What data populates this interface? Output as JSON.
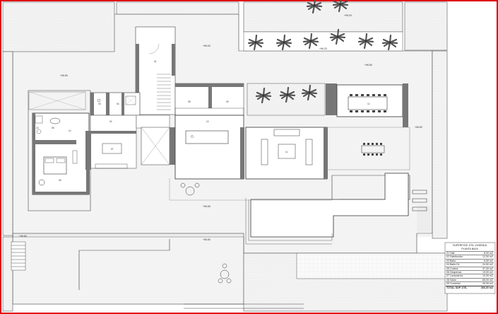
{
  "drawing": {
    "level_marks": [
      "+96.00",
      "+96.80",
      "+96.80",
      "+96.80",
      "+96.20",
      "+96.80",
      "+96.80",
      "+96.80",
      "+95.00"
    ],
    "room_numbers": [
      "01",
      "02",
      "03",
      "04",
      "05",
      "06",
      "07",
      "08",
      "09",
      "10",
      "11",
      "12",
      "13",
      "14"
    ],
    "colors": {
      "border": "#e0000a",
      "line": "#333333",
      "wall": "#777777",
      "hatch": "#cfcfcf",
      "pool": "#ffffff"
    }
  },
  "surface_table": {
    "title": "SUPERFICIE ÚTIL VIVIENDA",
    "subtitle": "PLANTA BAJA",
    "rows": [
      {
        "id": "01",
        "name": "Hall",
        "area": "8,00 m2"
      },
      {
        "id": "02",
        "name": "Distribuidor",
        "area": "12,00 m2"
      },
      {
        "id": "03",
        "name": "Baño",
        "area": "6,50 m2"
      },
      {
        "id": "04",
        "name": "Baño Dt.",
        "area": "24,50 m2"
      },
      {
        "id": "05",
        "name": "Cocina",
        "area": "37,00 m2"
      },
      {
        "id": "06",
        "name": "Despensa",
        "area": "10,00 m2"
      },
      {
        "id": "07",
        "name": "Lavandería",
        "area": "10,00 m2"
      },
      {
        "id": "08",
        "name": "Salón",
        "area": "65,00 m2"
      },
      {
        "id": "09",
        "name": "Comedor",
        "area": "40,00 m2"
      }
    ],
    "total_label": "TOTAL SUP. ÚTIL",
    "total_value": "266,00 m2"
  }
}
